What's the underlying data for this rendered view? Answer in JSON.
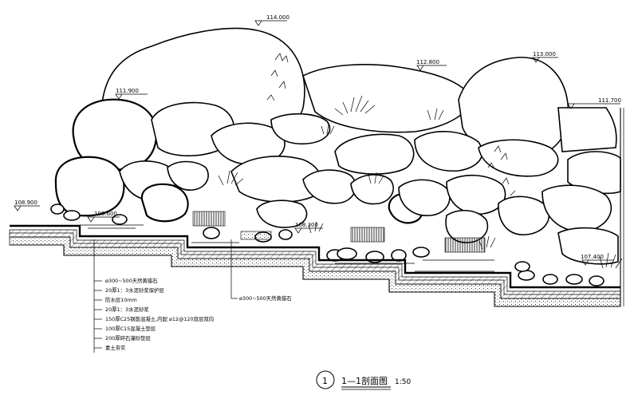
{
  "elevations": [
    "114.000",
    "112.800",
    "113.000",
    "111.900",
    "111.700",
    "108.900",
    "108.600",
    "108.300",
    "107.400"
  ],
  "layers": [
    "ø300~500天然黄蜡石",
    "20厚1：3水泥砂浆保护层",
    "防水层10mm",
    "20厚1：3水泥砂浆",
    "150厚C25钢筋混凝土,内配 ⌀12@120双层双向",
    "100厚C15混凝土垫层",
    "200厚碎石灌砂垫层",
    "素土夯实"
  ],
  "callout_right": "ø300~500天然黄蜡石",
  "section": {
    "number": "1",
    "title": "1—1剖面图",
    "scale": "1:50"
  }
}
